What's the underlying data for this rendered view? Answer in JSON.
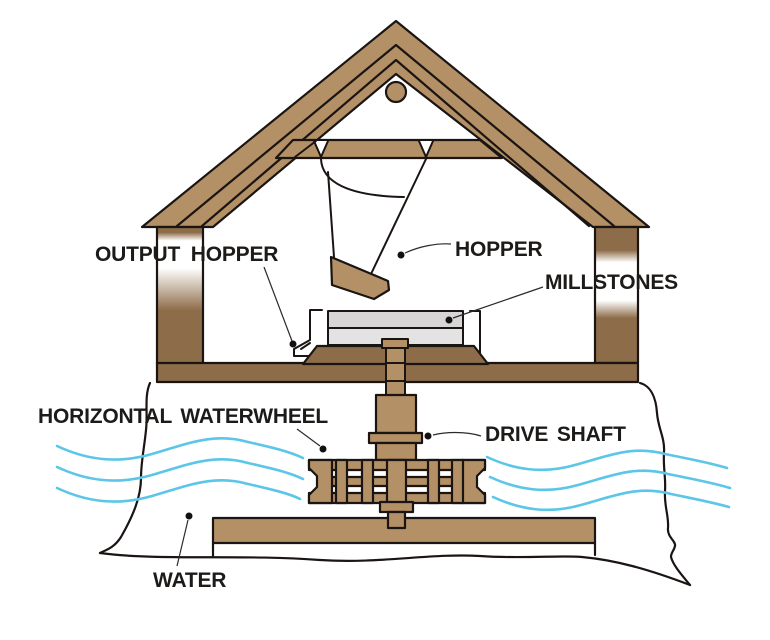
{
  "labels": {
    "output_hopper": "OUTPUT HOPPER",
    "hopper": "HOPPER",
    "millstones": "MILLSTONES",
    "horizontal_waterwheel": "HORIZONTAL WATERWHEEL",
    "drive_shaft": "DRIVE SHAFT",
    "water": "WATER"
  },
  "colors": {
    "background": "#ffffff",
    "wood_light": "#b49066",
    "wood_dark": "#8d6c49",
    "stone_upper": "#d6d6d6",
    "stone_lower": "#e3e3e3",
    "water": "#5bc6e8",
    "outline": "#1a1512",
    "leader": "#2b2b2b",
    "dot": "#111111",
    "text": "#1d1b19"
  }
}
